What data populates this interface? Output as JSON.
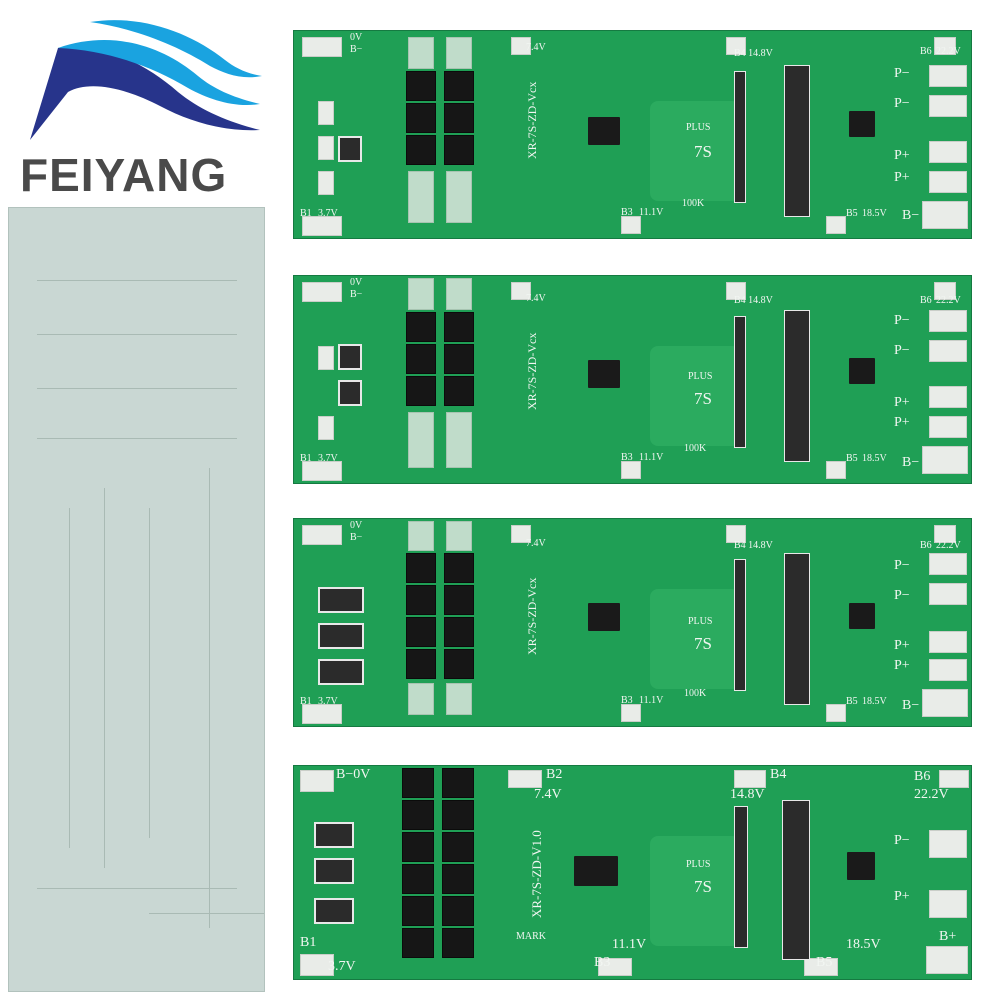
{
  "brand": {
    "name": "FEIYANG",
    "colors": {
      "wing_dark": "#27348b",
      "wing_light": "#1aa3e0",
      "text": "#4a4a4a"
    }
  },
  "colors": {
    "board_green": "#1f9f55",
    "board_back": "#c9d7d3",
    "silkscreen": "#f2f6f2"
  },
  "boards": [
    {
      "labels": {
        "b0": "0V",
        "bminus": "B−",
        "b1": "B1",
        "b1v": "3.7V",
        "b2v": "7.4V",
        "b3": "B3",
        "b3v": "11.1V",
        "b4": "B4 14.8V",
        "b5": "B5",
        "b5v": "18.5V",
        "b6": "B6",
        "b6v": "22.2V",
        "model": "XR-7S-ZD-Vcx",
        "plus": "PLUS",
        "cells": "7S",
        "res100k": "100K",
        "pminus1": "P−",
        "pminus2": "P−",
        "pplus1": "P+",
        "pplus2": "P+",
        "bout": "B−"
      }
    },
    {
      "labels": {
        "b0": "0V",
        "bminus": "B−",
        "b1": "B1",
        "b1v": "3.7V",
        "b2v": "7.4V",
        "b3": "B3",
        "b3v": "11.1V",
        "b4": "B4 14.8V",
        "b5": "B5",
        "b5v": "18.5V",
        "b6": "B6",
        "b6v": "22.2V",
        "model": "XR-7S-ZD-Vcx",
        "plus": "PLUS",
        "cells": "7S",
        "res100k": "100K",
        "pminus1": "P−",
        "pminus2": "P−",
        "pplus1": "P+",
        "pplus2": "P+",
        "bout": "B−"
      }
    },
    {
      "labels": {
        "b0": "0V",
        "bminus": "B−",
        "b1": "B1",
        "b1v": "3.7V",
        "b2v": "7.4V",
        "b3": "B3",
        "b3v": "11.1V",
        "b4": "B4 14.8V",
        "b5": "B5",
        "b5v": "18.5V",
        "b6": "B6",
        "b6v": "22.2V",
        "model": "XR-7S-ZD-Vcx",
        "plus": "PLUS",
        "cells": "7S",
        "res100k": "100K",
        "pminus1": "P−",
        "pminus2": "P−",
        "pplus1": "P+",
        "pplus2": "P+",
        "bout": "B−"
      }
    },
    {
      "labels": {
        "b0": "B−0V",
        "b1": "B1",
        "b1v": "3.7V",
        "b2": "B2",
        "b2v": "7.4V",
        "b3": "B3",
        "b3v": "11.1V",
        "b4": "B4",
        "b4v": "14.8V",
        "b5": "B5",
        "b5v": "18.5V",
        "b6": "B6",
        "b6v": "22.2V",
        "model": "XR-7S-ZD-V1.0",
        "mark": "MARK",
        "plus": "PLUS",
        "cells": "7S",
        "pminus": "P−",
        "pplus": "P+",
        "bplus": "B+"
      }
    }
  ]
}
